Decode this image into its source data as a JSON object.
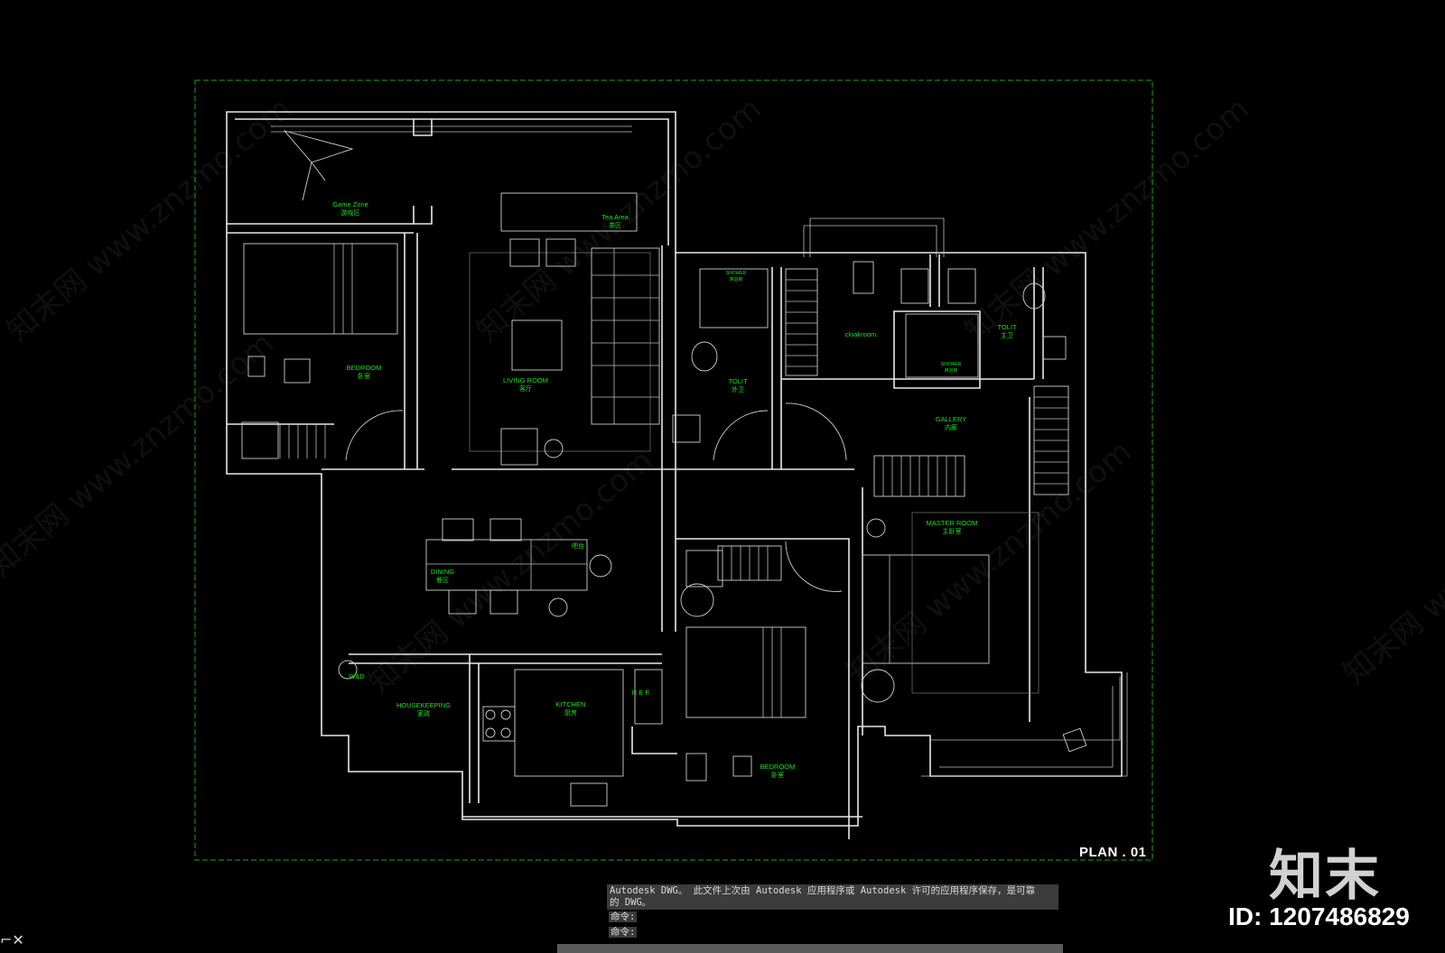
{
  "drawing": {
    "plan_title": "PLAN . 01",
    "rooms": [
      {
        "id": "game-zone",
        "en": "Game Zone",
        "cn": "游戏区"
      },
      {
        "id": "tea-area",
        "en": "Tea Area",
        "cn": "茶区"
      },
      {
        "id": "bedroom-1",
        "en": "BEDROOM",
        "cn": "卧室"
      },
      {
        "id": "living-room",
        "en": "LIVING ROOM",
        "cn": "客厅"
      },
      {
        "id": "shower-1",
        "en": "SHOWER",
        "cn": "淋浴房"
      },
      {
        "id": "toilet-1",
        "en": "TOLIT",
        "cn": "外卫"
      },
      {
        "id": "cloakroom",
        "en": "cloakroom.",
        "cn": ""
      },
      {
        "id": "shower-2",
        "en": "SHOWER",
        "cn": "淋浴房"
      },
      {
        "id": "toilet-2",
        "en": "TOLIT",
        "cn": "主卫"
      },
      {
        "id": "gallery",
        "en": "GALLERY",
        "cn": "内廊"
      },
      {
        "id": "master-room",
        "en": "MASTER ROOM",
        "cn": "主卧室"
      },
      {
        "id": "dining",
        "en": "DINING",
        "cn": "餐区"
      },
      {
        "id": "bar",
        "en": "",
        "cn": "吧台"
      },
      {
        "id": "wd",
        "en": "W&D",
        "cn": ""
      },
      {
        "id": "housekeeping",
        "en": "HOUSEKEEPING",
        "cn": "家政"
      },
      {
        "id": "kitchen",
        "en": "KITCHEN",
        "cn": "厨房"
      },
      {
        "id": "ref",
        "en": "R E F.",
        "cn": ""
      },
      {
        "id": "bedroom-2",
        "en": "BEDROOM",
        "cn": "卧室"
      }
    ]
  },
  "command_window": {
    "history_line1": "Autodesk DWG。  此文件上次由 Autodesk 应用程序或 Autodesk 许可的应用程序保存，是可靠",
    "history_line2": "的 DWG。",
    "prompt1": "命令:",
    "prompt2": "命令:"
  },
  "watermark": {
    "logo_text": "知末",
    "id_text": "ID: 1207486829",
    "tile_text": "知末网 www.znzmo.com"
  },
  "colors": {
    "background": "#000000",
    "label_green": "#19e619",
    "frame_green": "#1aa31a",
    "lines": "#e8e8e8"
  }
}
